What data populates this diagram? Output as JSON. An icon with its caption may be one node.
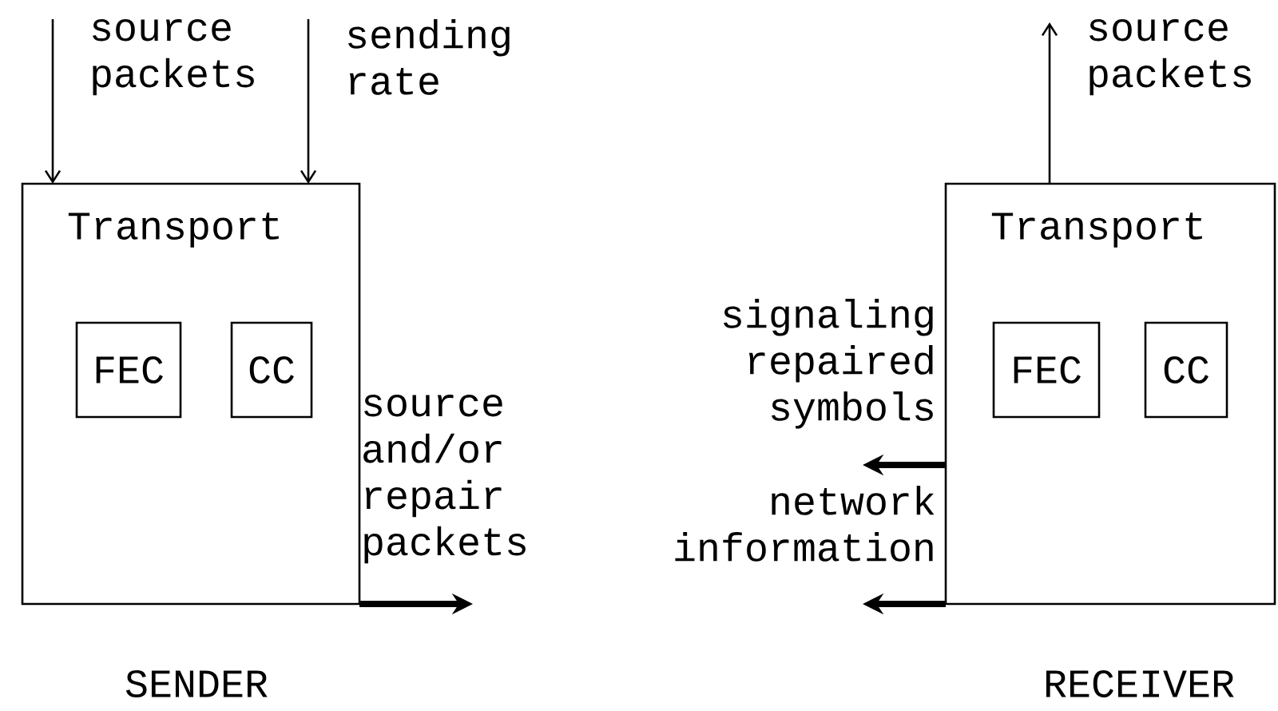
{
  "diagram": {
    "nodes": [
      {
        "text": [
          "Transport"
        ]
      },
      {
        "text": [
          "FEC"
        ],
        "in": 0
      },
      {
        "text": [
          "CC"
        ],
        "in": 0
      },
      {
        "text": [
          "Transport"
        ]
      },
      {
        "text": [
          "FEC"
        ],
        "in": 3
      },
      {
        "text": [
          "CC"
        ],
        "in": 3
      }
    ],
    "edges": [
      {
        "from": null,
        "to": 0,
        "arrow": "to",
        "label": "source packets"
      },
      {
        "from": null,
        "to": 0,
        "arrow": "to",
        "label": "sending rate"
      },
      {
        "from": 0,
        "to": null,
        "arrow": "to",
        "label": "source and/or repair packets",
        "style": "thick"
      },
      {
        "from": 3,
        "to": null,
        "arrow": "to",
        "label": "signaling repaired symbols",
        "style": "thick"
      },
      {
        "from": 3,
        "to": null,
        "arrow": "to",
        "label": "network information",
        "style": "thick"
      },
      {
        "from": 3,
        "to": null,
        "arrow": "to",
        "label": "source packets"
      }
    ],
    "labels": [
      "SENDER",
      "RECEIVER"
    ]
  }
}
